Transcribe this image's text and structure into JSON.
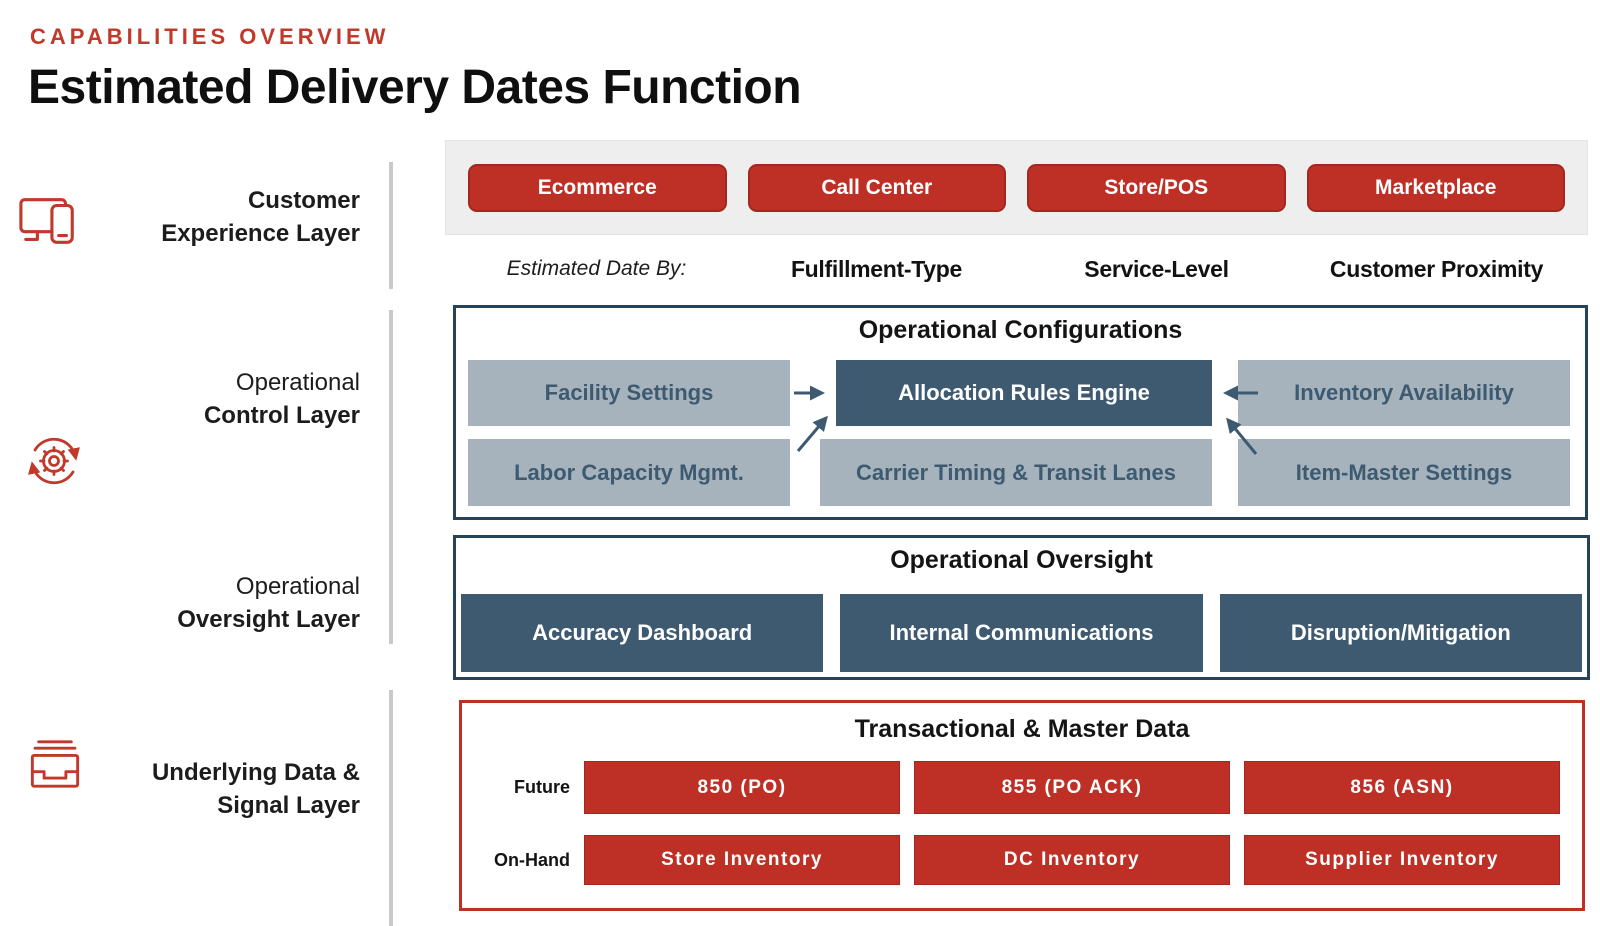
{
  "header": {
    "kicker": "CAPABILITIES OVERVIEW",
    "title": "Estimated Delivery Dates Function"
  },
  "layers": [
    {
      "line1": "Customer",
      "line2": "Experience Layer",
      "icon": "devices-icon"
    },
    {
      "line1": "Operational",
      "line2": "Control Layer",
      "icon": "gear-sync-icon"
    },
    {
      "line1": "Operational",
      "line2": "Oversight Layer",
      "icon": null
    },
    {
      "line1": "Underlying Data &",
      "line2": "Signal Layer",
      "icon": "inbox-tray-icon"
    }
  ],
  "customer_experience": {
    "channels": [
      "Ecommerce",
      "Call Center",
      "Store/POS",
      "Marketplace"
    ],
    "estimated_label": "Estimated Date By:",
    "estimated_items": [
      "Fulfillment-Type",
      "Service-Level",
      "Customer Proximity"
    ]
  },
  "operational_configurations": {
    "title": "Operational Configurations",
    "row1": [
      "Facility Settings",
      "Allocation Rules Engine",
      "Inventory Availability"
    ],
    "row2": [
      "Labor Capacity Mgmt.",
      "Carrier Timing & Transit Lanes",
      "Item-Master Settings"
    ]
  },
  "operational_oversight": {
    "title": "Operational Oversight",
    "items": [
      "Accuracy Dashboard",
      "Internal Communications",
      "Disruption/Mitigation"
    ]
  },
  "transactional_master_data": {
    "title": "Transactional & Master Data",
    "rows": [
      {
        "label": "Future",
        "items": [
          "850 (PO)",
          "855 (PO ACK)",
          "856 (ASN)"
        ]
      },
      {
        "label": "On-Hand",
        "items": [
          "Store Inventory",
          "DC Inventory",
          "Supplier Inventory"
        ]
      }
    ]
  },
  "colors": {
    "brand_red": "#BE3026",
    "brand_red_dark": "#A3271E",
    "kicker_red": "#C0392B",
    "slate": "#3D5A70",
    "section_border": "#254459",
    "gray_box": "#A6B3BD",
    "band_gray": "#EEEEEE",
    "divider_gray": "#C9C9C9"
  }
}
